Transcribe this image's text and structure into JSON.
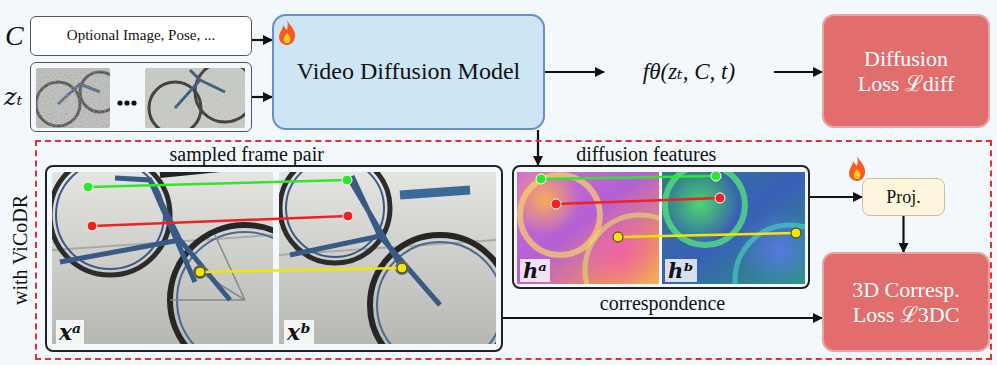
{
  "diagram": {
    "nodes": [
      {
        "text": [
          "C",
          "Optional Image, Pose, ..."
        ]
      },
      {
        "text": [
          "zₜ"
        ]
      },
      {
        "text": [
          "Video Diffusion Model"
        ]
      },
      {
        "text": [
          "fθ(zₜ, C, t)"
        ]
      },
      {
        "text": [
          "Diffusion Loss ℒdiff"
        ]
      },
      {
        "text": [
          "with ViCoDR"
        ]
      },
      {
        "text": [
          "sampled frame pair",
          "xᵃ",
          "xᵇ"
        ],
        "in": 5
      },
      {
        "text": [
          "diffusion features",
          "hᵃ",
          "hᵇ"
        ],
        "in": 5
      },
      {
        "text": [
          "Proj."
        ],
        "in": 5
      },
      {
        "text": [
          "3D Corresp. Loss ℒ3DC"
        ],
        "in": 5
      }
    ],
    "edges": [
      {
        "from": 0,
        "to": 2,
        "arrow": "to"
      },
      {
        "from": 1,
        "to": 2,
        "arrow": "to"
      },
      {
        "from": 2,
        "to": 3,
        "arrow": "to"
      },
      {
        "from": 3,
        "to": 4,
        "arrow": "to"
      },
      {
        "from": 2,
        "to": 7,
        "arrow": "to"
      },
      {
        "from": 7,
        "to": 8,
        "arrow": "to"
      },
      {
        "from": 8,
        "to": 9,
        "arrow": "to"
      },
      {
        "from": 6,
        "to": 9,
        "label": "correspondence",
        "arrow": "to"
      }
    ]
  }
}
